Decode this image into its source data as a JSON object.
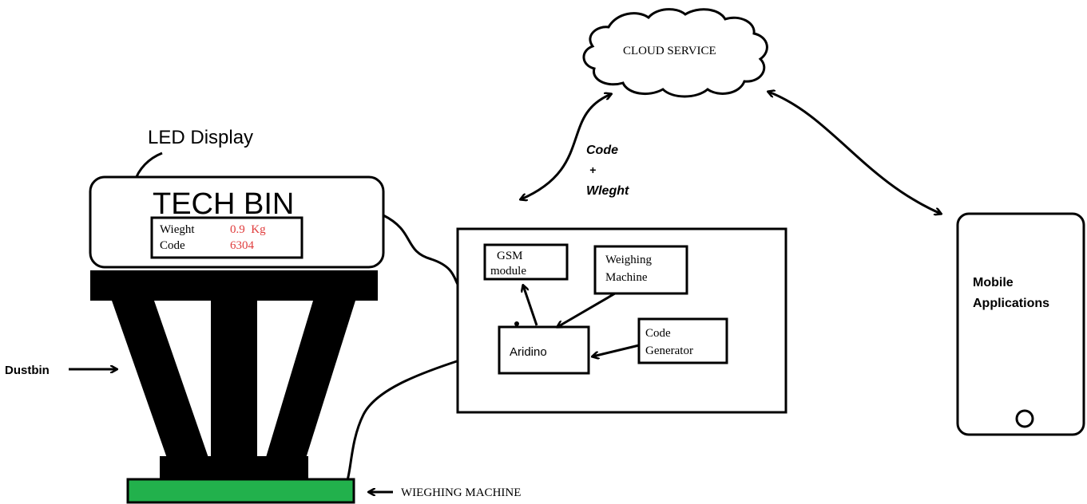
{
  "cloud": {
    "label": "CLOUD SERVICE"
  },
  "link_label": {
    "line1": "Code",
    "line2": "+",
    "line3": "Wleght"
  },
  "bin": {
    "led_label": "LED Display",
    "title": "TECH BIN",
    "weight_label": "Wieght",
    "weight_value": "0.9  Kg",
    "code_label": "Code",
    "code_value": "6304",
    "dustbin_label": "Dustbin",
    "scale_label": "WIEGHING MACHINE"
  },
  "controller": {
    "gsm": {
      "line1": "GSM",
      "line2": "module"
    },
    "weighing": {
      "line1": "Weighing",
      "line2": "Machine"
    },
    "arduino": "Aridino",
    "codegen": {
      "line1": "Code",
      "line2": "Generator"
    }
  },
  "mobile": {
    "line1": "Mobile",
    "line2": "Applications"
  },
  "colors": {
    "value_red": "#e03c3c",
    "scale_green": "#22b14c",
    "stroke": "#000000"
  }
}
